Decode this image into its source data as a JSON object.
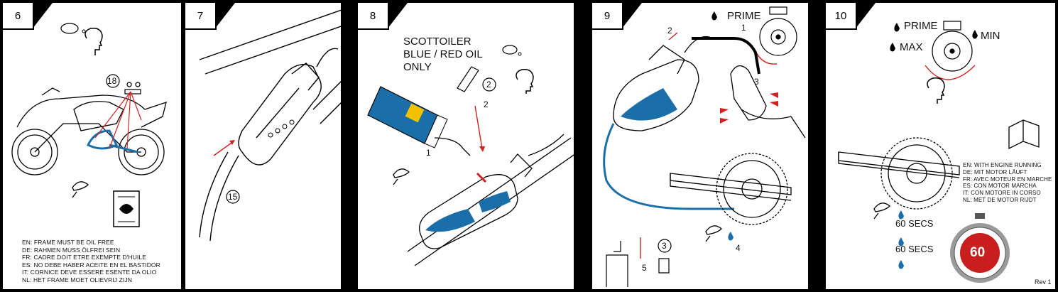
{
  "panels": [
    {
      "number": "6"
    },
    {
      "number": "7"
    },
    {
      "number": "8"
    },
    {
      "number": "9"
    },
    {
      "number": "10"
    }
  ],
  "p6": {
    "callout": "18",
    "warnings": [
      "EN: FRAME MUST BE OIL FREE",
      "DE: RAHMEN MUSS ÖLFREI SEIN",
      "FR: CADRE DOIT ETRE EXEMPTE D'HUILE",
      "ES: NO DEBE HABER ACEITE EN EL BASTIDOR",
      "IT: CORNICE DEVE ESSERE ESENTE DA OLIO",
      "NL: HET FRAME MOET OLIEVRIJ ZIJN"
    ]
  },
  "p7": {
    "callout": "15"
  },
  "p8": {
    "title_line1": "SCOTTOILER",
    "title_line2": "BLUE / RED OIL",
    "title_line3": "ONLY",
    "callout": "2",
    "step_a": "2",
    "step_b": "1"
  },
  "p9": {
    "prime": "PRIME",
    "steps": [
      "1",
      "2",
      "3",
      "4",
      "5"
    ],
    "callout": "3"
  },
  "p10": {
    "prime": "PRIME",
    "min": "MIN",
    "max": "MAX",
    "running": [
      "EN: WITH ENGINE RUNNING",
      "DE: MIT MOTOR LÄUFT",
      "FR: AVEC MOTEUR EN MARCHE",
      "ES: CON MOTOR MARCHA",
      "IT: CON MOTORE IN CORSO",
      "NL: MET DE MOTOR RIJDT"
    ],
    "secs_1": "60 SECS",
    "secs_2": "60 SECS",
    "timer": "60",
    "rev": "Rev 1"
  },
  "colors": {
    "oil_blue": "#1b6fa8",
    "arrow_red": "#d42020",
    "timer_red": "#c81e1e"
  }
}
